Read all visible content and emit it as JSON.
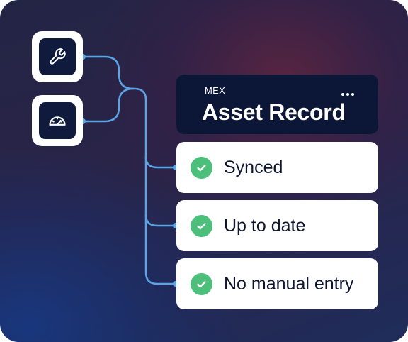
{
  "header": {
    "brand": "MEX",
    "title": "Asset Record"
  },
  "icons": {
    "top": "wrench-icon",
    "bottom": "gauge-icon"
  },
  "statuses": [
    {
      "label": "Synced"
    },
    {
      "label": "Up to date"
    },
    {
      "label": "No manual entry"
    }
  ],
  "colors": {
    "wire": "#5ba4e6",
    "check": "#4cc07a",
    "navy": "#0c1737"
  }
}
